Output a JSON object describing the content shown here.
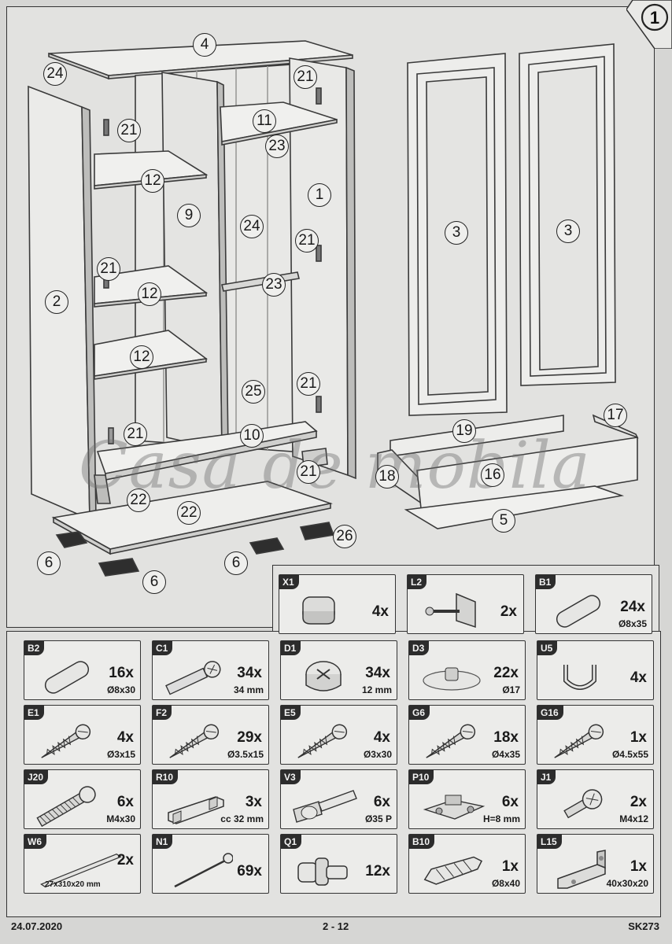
{
  "step_number": "1",
  "watermark": "Casa de mobila",
  "diagram_labels": [
    "4",
    "24",
    "21",
    "21",
    "11",
    "23",
    "21",
    "12",
    "9",
    "24",
    "1",
    "3",
    "3",
    "21",
    "21",
    "2",
    "12",
    "23",
    "12",
    "21",
    "25",
    "10",
    "21",
    "22",
    "19",
    "17",
    "18",
    "16",
    "22",
    "5",
    "26",
    "6",
    "6",
    "6",
    "6",
    "6"
  ],
  "hardware_top": [
    {
      "code": "X1",
      "qty": "4x",
      "dim": "",
      "icon": "glide-pad-icon"
    },
    {
      "code": "L2",
      "qty": "2x",
      "dim": "",
      "icon": "corner-bracket-icon"
    },
    {
      "code": "B1",
      "qty": "24x",
      "dim": "Ø8x35",
      "icon": "dowel-icon"
    }
  ],
  "hardware": [
    {
      "code": "B2",
      "qty": "16x",
      "dim": "Ø8x30",
      "icon": "dowel-icon"
    },
    {
      "code": "C1",
      "qty": "34x",
      "dim": "34 mm",
      "icon": "cam-bolt-icon"
    },
    {
      "code": "D1",
      "qty": "34x",
      "dim": "12 mm",
      "icon": "cam-lock-icon"
    },
    {
      "code": "D3",
      "qty": "22x",
      "dim": "Ø17",
      "icon": "cover-cap-icon"
    },
    {
      "code": "U5",
      "qty": "4x",
      "dim": "",
      "icon": "rail-support-icon"
    },
    {
      "code": "E1",
      "qty": "4x",
      "dim": "Ø3x15",
      "icon": "screw-icon"
    },
    {
      "code": "F2",
      "qty": "29x",
      "dim": "Ø3.5x15",
      "icon": "screw-icon"
    },
    {
      "code": "E5",
      "qty": "4x",
      "dim": "Ø3x30",
      "icon": "screw-icon"
    },
    {
      "code": "G6",
      "qty": "18x",
      "dim": "Ø4x35",
      "icon": "screw-icon"
    },
    {
      "code": "G16",
      "qty": "1x",
      "dim": "Ø4.5x55",
      "icon": "screw-icon"
    },
    {
      "code": "J20",
      "qty": "6x",
      "dim": "M4x30",
      "icon": "bolt-icon"
    },
    {
      "code": "R10",
      "qty": "3x",
      "dim": "cc 32 mm",
      "icon": "handle-icon"
    },
    {
      "code": "V3",
      "qty": "6x",
      "dim": "Ø35 P",
      "icon": "hinge-icon"
    },
    {
      "code": "P10",
      "qty": "6x",
      "dim": "H=8 mm",
      "icon": "hinge-plate-icon"
    },
    {
      "code": "J1",
      "qty": "2x",
      "dim": "M4x12",
      "icon": "short-bolt-icon"
    },
    {
      "code": "W6",
      "qty": "2x",
      "dim": "27x310x20 mm",
      "icon": "wood-strip-icon"
    },
    {
      "code": "N1",
      "qty": "69x",
      "dim": "",
      "icon": "nail-icon"
    },
    {
      "code": "Q1",
      "qty": "12x",
      "dim": "",
      "icon": "shelf-pin-icon"
    },
    {
      "code": "B10",
      "qty": "1x",
      "dim": "Ø8x40",
      "icon": "wall-plug-icon"
    },
    {
      "code": "L15",
      "qty": "1x",
      "dim": "40x30x20",
      "icon": "angle-bracket-icon"
    }
  ],
  "footer": {
    "date": "24.07.2020",
    "page": "2 - 12",
    "model": "SK273"
  }
}
